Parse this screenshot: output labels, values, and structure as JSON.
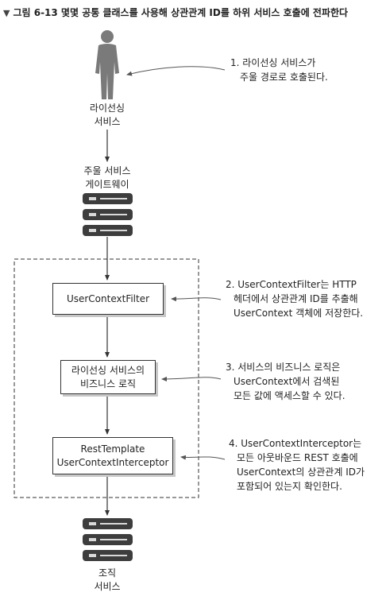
{
  "caption": {
    "chevron": "chevron-down-icon",
    "text": "그림 6-13 몇몇 공통 클래스를 사용해 상관관계 ID를 하위 서비스 호출에 전파한다"
  },
  "nodes": {
    "licensing_user": [
      "라이선싱",
      "서비스"
    ],
    "gateway": [
      "주울 서비스",
      "게이트웨이"
    ],
    "filter": [
      "UserContextFilter"
    ],
    "business_logic": [
      "라이선싱 서비스의",
      "비즈니스 로직"
    ],
    "interceptor": [
      "RestTemplate",
      "UserContextInterceptor"
    ],
    "organization": [
      "조직",
      "서비스"
    ]
  },
  "notes": [
    {
      "lines": [
        "1. 라이선싱 서비스가",
        "주울 경로로 호출된다."
      ]
    },
    {
      "lines": [
        "2. UserContextFilter는 HTTP",
        "헤더에서 상관관계 ID를 추출해",
        "UserContext 객체에 저장한다."
      ]
    },
    {
      "lines": [
        "3. 서비스의 비즈니스 로직은",
        "UserContext에서 검색된",
        "모든 값에 액세스할 수 있다."
      ]
    },
    {
      "lines": [
        "4. UserContextInterceptor는",
        "모든 아웃바운드 REST 호출에",
        "UserContext의 상관관계 ID가",
        "포함되어 있는지 확인한다."
      ]
    }
  ],
  "colors": {
    "server_dark": "#3d3d3d",
    "server_light": "#d9d9d9",
    "person": "#7a7a7a",
    "box_shadow": "#c7c7c7"
  }
}
